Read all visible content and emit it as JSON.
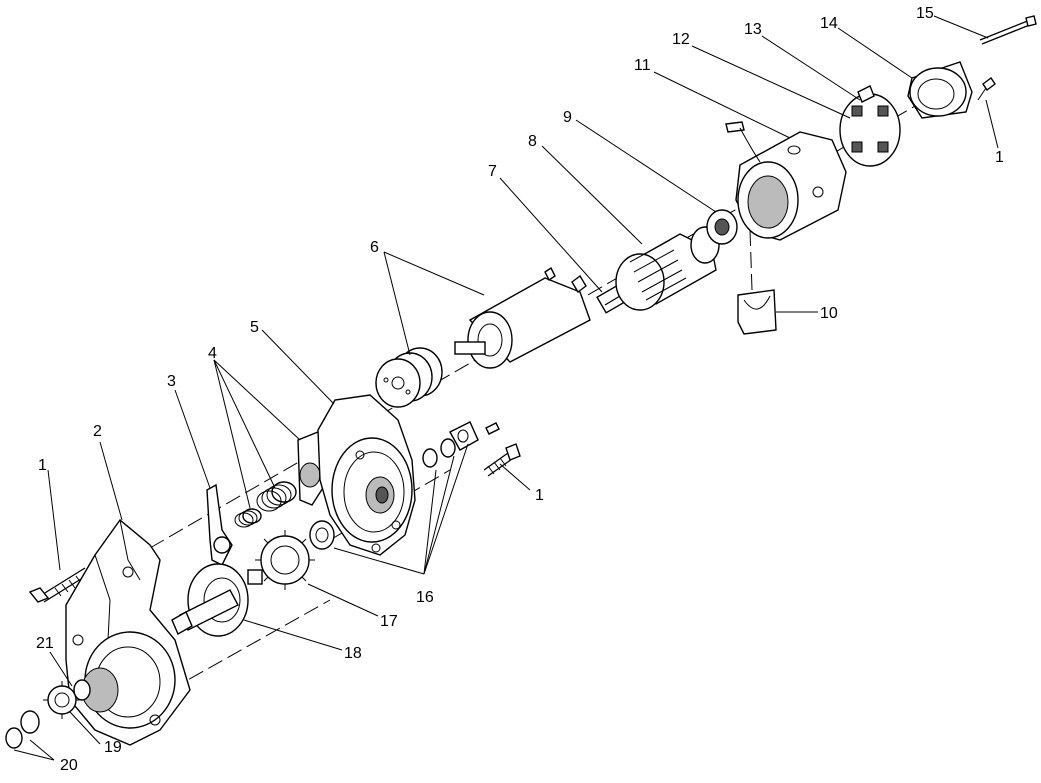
{
  "callouts": [
    {
      "id": "c1a",
      "text": "1"
    },
    {
      "id": "c1b",
      "text": "1"
    },
    {
      "id": "c1c",
      "text": "1"
    },
    {
      "id": "c2",
      "text": "2"
    },
    {
      "id": "c3",
      "text": "3"
    },
    {
      "id": "c4",
      "text": "4"
    },
    {
      "id": "c5",
      "text": "5"
    },
    {
      "id": "c6",
      "text": "6"
    },
    {
      "id": "c7",
      "text": "7"
    },
    {
      "id": "c8",
      "text": "8"
    },
    {
      "id": "c9",
      "text": "9"
    },
    {
      "id": "c10",
      "text": "10"
    },
    {
      "id": "c11",
      "text": "11"
    },
    {
      "id": "c12",
      "text": "12"
    },
    {
      "id": "c13",
      "text": "13"
    },
    {
      "id": "c14",
      "text": "14"
    },
    {
      "id": "c15",
      "text": "15"
    },
    {
      "id": "c16",
      "text": "16"
    },
    {
      "id": "c17",
      "text": "17"
    },
    {
      "id": "c18",
      "text": "18"
    },
    {
      "id": "c19",
      "text": "19"
    },
    {
      "id": "c20",
      "text": "20"
    },
    {
      "id": "c21",
      "text": "21"
    }
  ]
}
